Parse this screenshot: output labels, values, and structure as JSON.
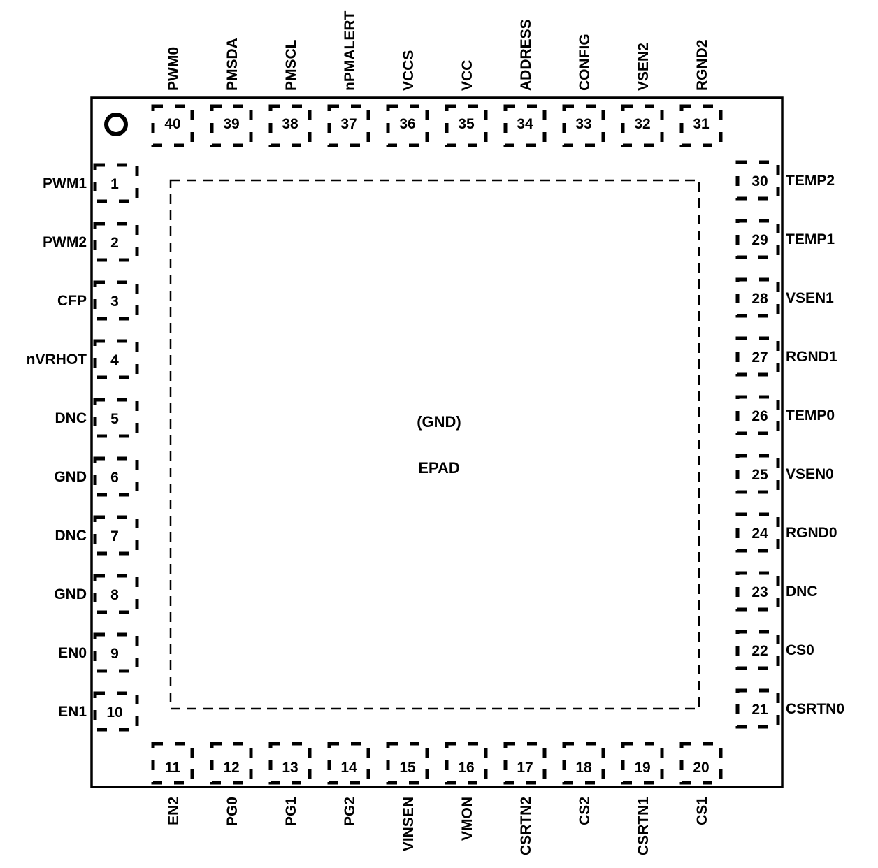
{
  "package": {
    "epad_net": "(GND)",
    "epad_label": "EPAD"
  },
  "pins": {
    "left": [
      {
        "number": "1",
        "name": "PWM1"
      },
      {
        "number": "2",
        "name": "PWM2"
      },
      {
        "number": "3",
        "name": "CFP"
      },
      {
        "number": "4",
        "name": "nVRHOT"
      },
      {
        "number": "5",
        "name": "DNC"
      },
      {
        "number": "6",
        "name": "GND"
      },
      {
        "number": "7",
        "name": "DNC"
      },
      {
        "number": "8",
        "name": "GND"
      },
      {
        "number": "9",
        "name": "EN0"
      },
      {
        "number": "10",
        "name": "EN1"
      }
    ],
    "bottom": [
      {
        "number": "11",
        "name": "EN2"
      },
      {
        "number": "12",
        "name": "PG0"
      },
      {
        "number": "13",
        "name": "PG1"
      },
      {
        "number": "14",
        "name": "PG2"
      },
      {
        "number": "15",
        "name": "VINSEN"
      },
      {
        "number": "16",
        "name": "VMON"
      },
      {
        "number": "17",
        "name": "CSRTN2"
      },
      {
        "number": "18",
        "name": "CS2"
      },
      {
        "number": "19",
        "name": "CSRTN1"
      },
      {
        "number": "20",
        "name": "CS1"
      }
    ],
    "right": [
      {
        "number": "21",
        "name": "CSRTN0"
      },
      {
        "number": "22",
        "name": "CS0"
      },
      {
        "number": "23",
        "name": "DNC"
      },
      {
        "number": "24",
        "name": "RGND0"
      },
      {
        "number": "25",
        "name": "VSEN0"
      },
      {
        "number": "26",
        "name": "TEMP0"
      },
      {
        "number": "27",
        "name": "RGND1"
      },
      {
        "number": "28",
        "name": "VSEN1"
      },
      {
        "number": "29",
        "name": "TEMP1"
      },
      {
        "number": "30",
        "name": "TEMP2"
      }
    ],
    "top": [
      {
        "number": "31",
        "name": "RGND2"
      },
      {
        "number": "32",
        "name": "VSEN2"
      },
      {
        "number": "33",
        "name": "CONFIG"
      },
      {
        "number": "34",
        "name": "ADDRESS"
      },
      {
        "number": "35",
        "name": "VCC"
      },
      {
        "number": "36",
        "name": "VCCS"
      },
      {
        "number": "37",
        "name": "nPMALERT"
      },
      {
        "number": "38",
        "name": "PMSCL"
      },
      {
        "number": "39",
        "name": "PMSDA"
      },
      {
        "number": "40",
        "name": "PWM0"
      }
    ]
  }
}
